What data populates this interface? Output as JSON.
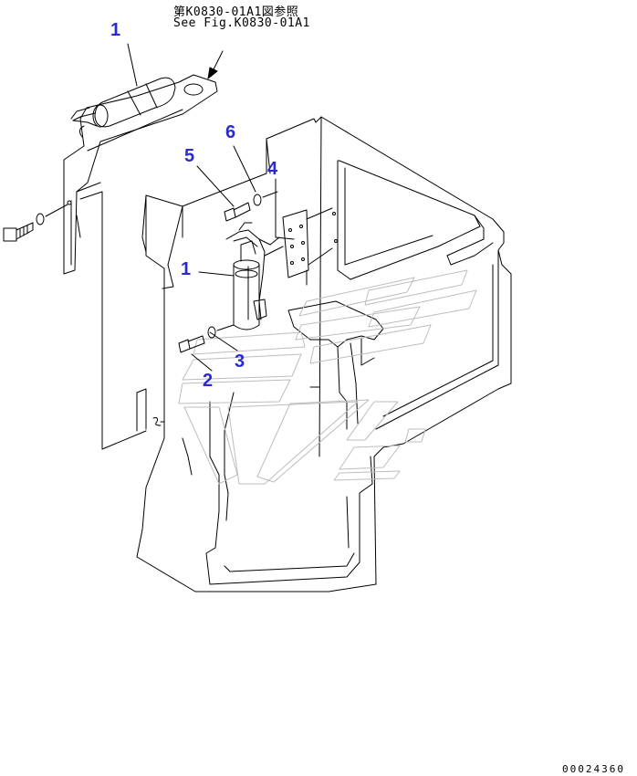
{
  "reference": {
    "line_jp": "第K0830-01A1図参照",
    "line_en": "See Fig.K0830-01A1"
  },
  "callouts": {
    "c1_top": "1",
    "c6": "6",
    "c5": "5",
    "c4": "4",
    "c1_mid": "1",
    "c3": "3",
    "c2": "2"
  },
  "document_id": "00024360",
  "colors": {
    "callout": "#2a2ad0",
    "line": "#000000",
    "faint": "#bdbdbd"
  }
}
